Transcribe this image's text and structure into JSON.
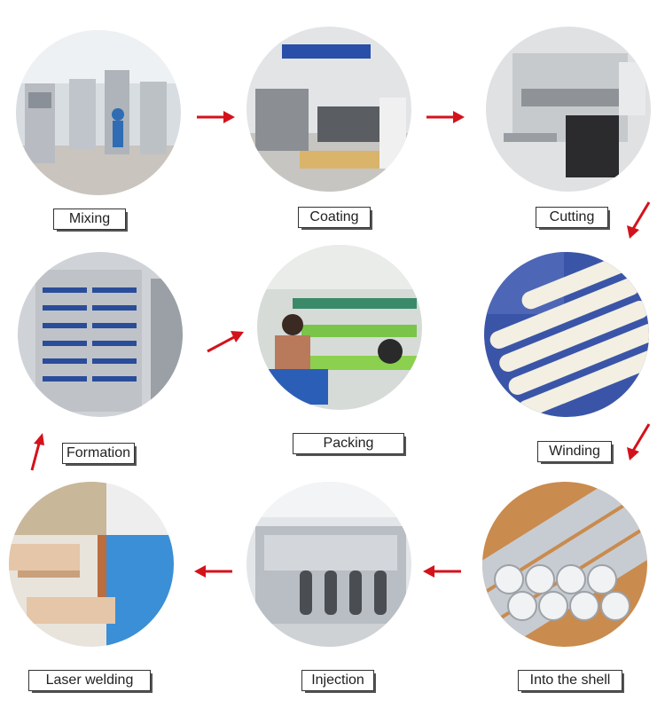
{
  "steps": [
    {
      "label": "Mixing"
    },
    {
      "label": "Coating"
    },
    {
      "label": "Cutting"
    },
    {
      "label": "Winding"
    },
    {
      "label": "Into the shell"
    },
    {
      "label": "Injection"
    },
    {
      "label": "Laser welding"
    },
    {
      "label": "Formation"
    },
    {
      "label": "Packing"
    }
  ],
  "colors": {
    "arrow": "#d4121b",
    "label_border": "#333333"
  }
}
